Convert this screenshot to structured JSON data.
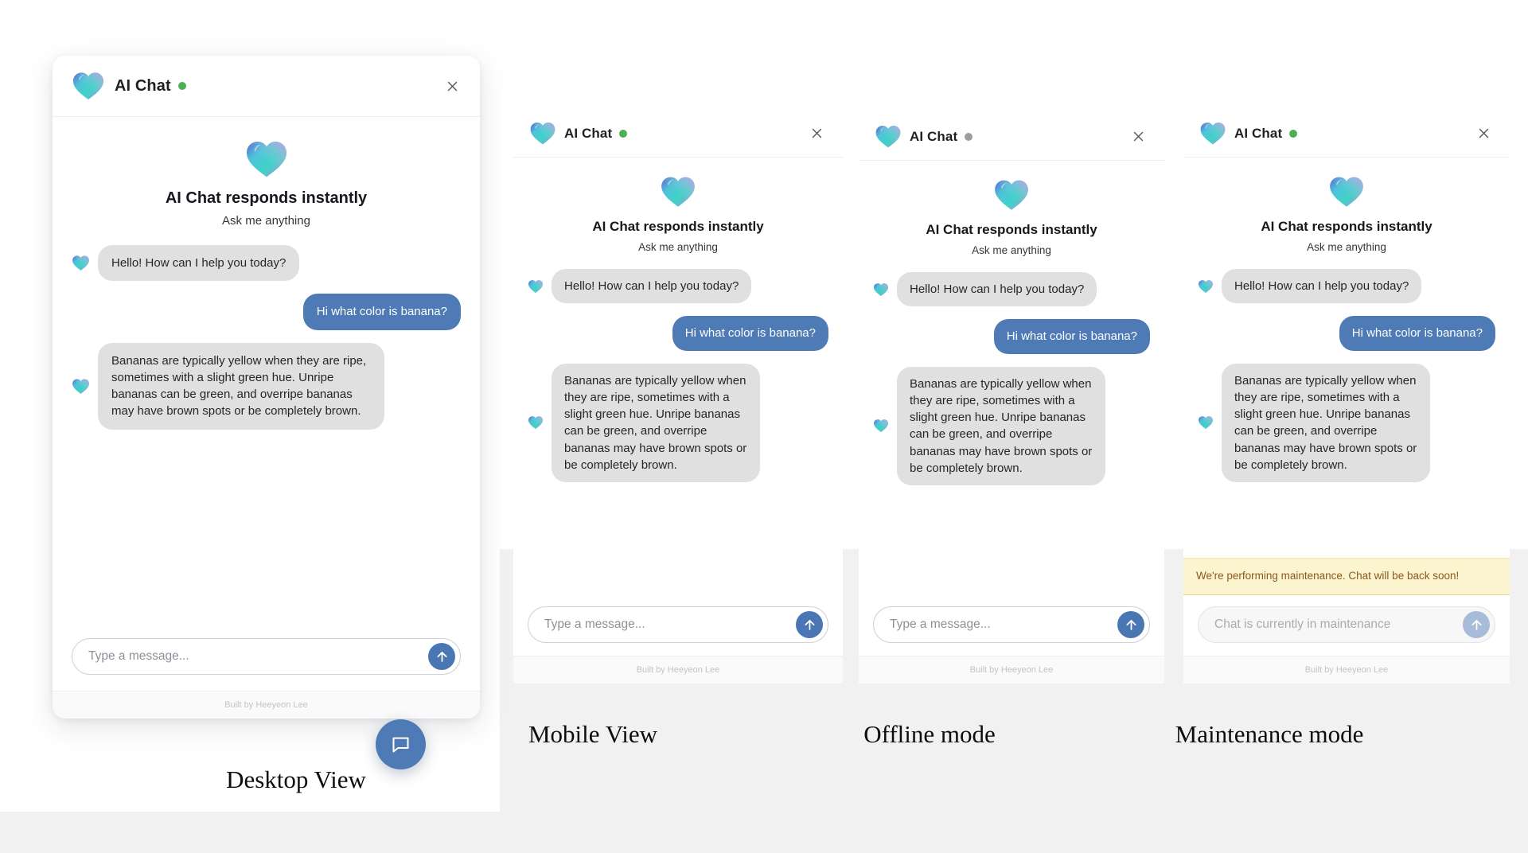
{
  "brand": {
    "title": "AI Chat",
    "logo_icon": "gradient-heart-icon",
    "accent_color": "#4e7ab5",
    "online_color": "#4caf50",
    "offline_color": "#9e9e9e",
    "bot_bubble_color": "#e0e0e0",
    "banner_bg_color": "#fcf3cf",
    "banner_text_color": "#8a5a1e"
  },
  "intro": {
    "title": "AI Chat responds instantly",
    "subtitle": "Ask me anything"
  },
  "messages": {
    "bot_greeting": "Hello! How can I help you today?",
    "user_question": "Hi what color is banana?",
    "bot_answer": "Bananas are typically yellow when they are ripe, sometimes with a slight green hue. Unripe bananas can be green, and overripe bananas may have brown spots or be completely brown."
  },
  "composer": {
    "placeholder": "Type a message...",
    "placeholder_maintenance": "Chat is currently in maintenance",
    "send_icon": "arrow-up-icon",
    "value": ""
  },
  "footer": {
    "text": "Built by Heeyeon Lee"
  },
  "banner": {
    "maintenance_text": "We're performing maintenance. Chat will be back soon!"
  },
  "launcher": {
    "icon": "chat-bubble-icon"
  },
  "close": {
    "icon": "close-icon"
  },
  "panels": {
    "desktop": {
      "caption": "Desktop View",
      "status": "online"
    },
    "mobile": {
      "caption": "Mobile View",
      "status": "online"
    },
    "offline": {
      "caption": "Offline mode",
      "status": "offline"
    },
    "maintenance": {
      "caption": "Maintenance mode",
      "status": "online"
    }
  }
}
